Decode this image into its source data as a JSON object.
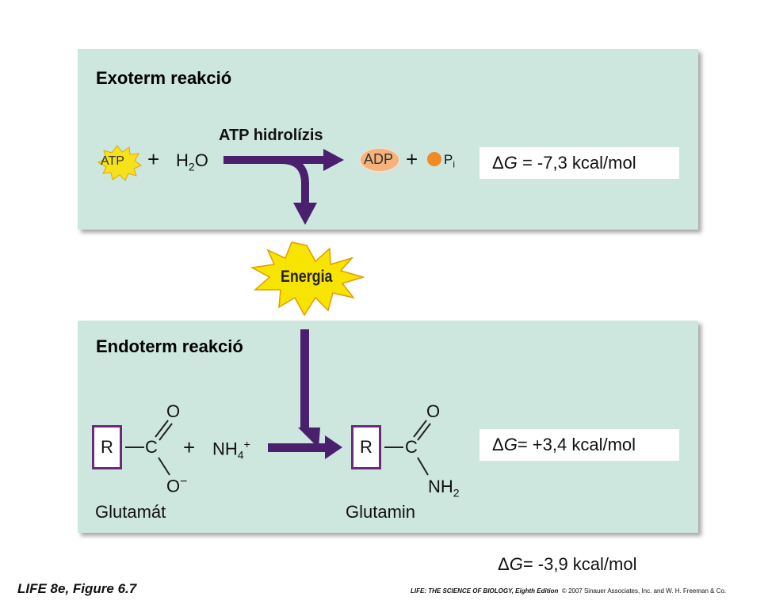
{
  "exothermic": {
    "title": "Exoterm reakció",
    "atp": "ATP",
    "plus": "+",
    "water_h": "H",
    "water_sub": "2",
    "water_o": "O",
    "arrow_label": "ATP hidrolízis",
    "adp": "ADP",
    "plus2": "+",
    "pi_p": "P",
    "pi_sub": "i",
    "delta_g": {
      "symbol": "Δ",
      "var": "G",
      "value": "= -7,3 kcal/mol"
    }
  },
  "energy_label": "Energia",
  "endothermic": {
    "title": "Endoterm reakció",
    "reactant": {
      "r": "R",
      "c": "C",
      "o_top": "O",
      "o_bottom": "O",
      "charge": "−",
      "name": "Glutamát"
    },
    "plus": "+",
    "ammonium": {
      "nh": "NH",
      "sub": "4",
      "sup": "+"
    },
    "product": {
      "r": "R",
      "c": "C",
      "o_top": "O",
      "nh": "NH",
      "nh_sub": "2",
      "name": "Glutamin"
    },
    "delta_g": {
      "symbol": "Δ",
      "var": "G",
      "value": " = +3,4 kcal/mol"
    }
  },
  "net_delta_g": {
    "symbol": "Δ",
    "var": "G",
    "value": "= -3,9  kcal/mol"
  },
  "footer": {
    "figure": "LIFE 8e, Figure 6.7",
    "book": "LIFE: THE SCIENCE OF BIOLOGY, Eighth Edition",
    "copyright": "© 2007 Sinauer Associates, Inc. and W. H. Freeman & Co."
  },
  "colors": {
    "panel": "#cde6de",
    "arrow": "#4a1f6e",
    "atp_star": "#f5e21a",
    "adp_oval": "#f6b27a",
    "phosphate": "#f08a24",
    "r_box": "#6a2c7a"
  }
}
